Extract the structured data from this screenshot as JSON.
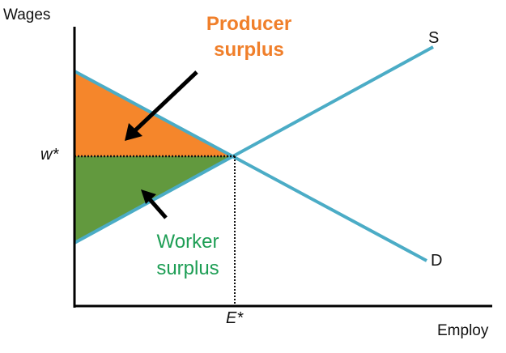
{
  "axes": {
    "y_label": "Wages",
    "x_label": "Employ"
  },
  "equilibrium": {
    "wage_label": "w*",
    "employment_label": "E*"
  },
  "curves": {
    "supply_label": "S",
    "demand_label": "D"
  },
  "areas": {
    "producer_surplus": {
      "line1": "Producer",
      "line2": "surplus"
    },
    "worker_surplus": {
      "line1": "Worker",
      "line2": "surplus"
    }
  },
  "colors": {
    "curve": "#4BACC6",
    "producer_fill": "#F5862B",
    "worker_fill": "#62993E",
    "producer_text": "#F07F2A",
    "worker_text": "#1E9E55"
  }
}
